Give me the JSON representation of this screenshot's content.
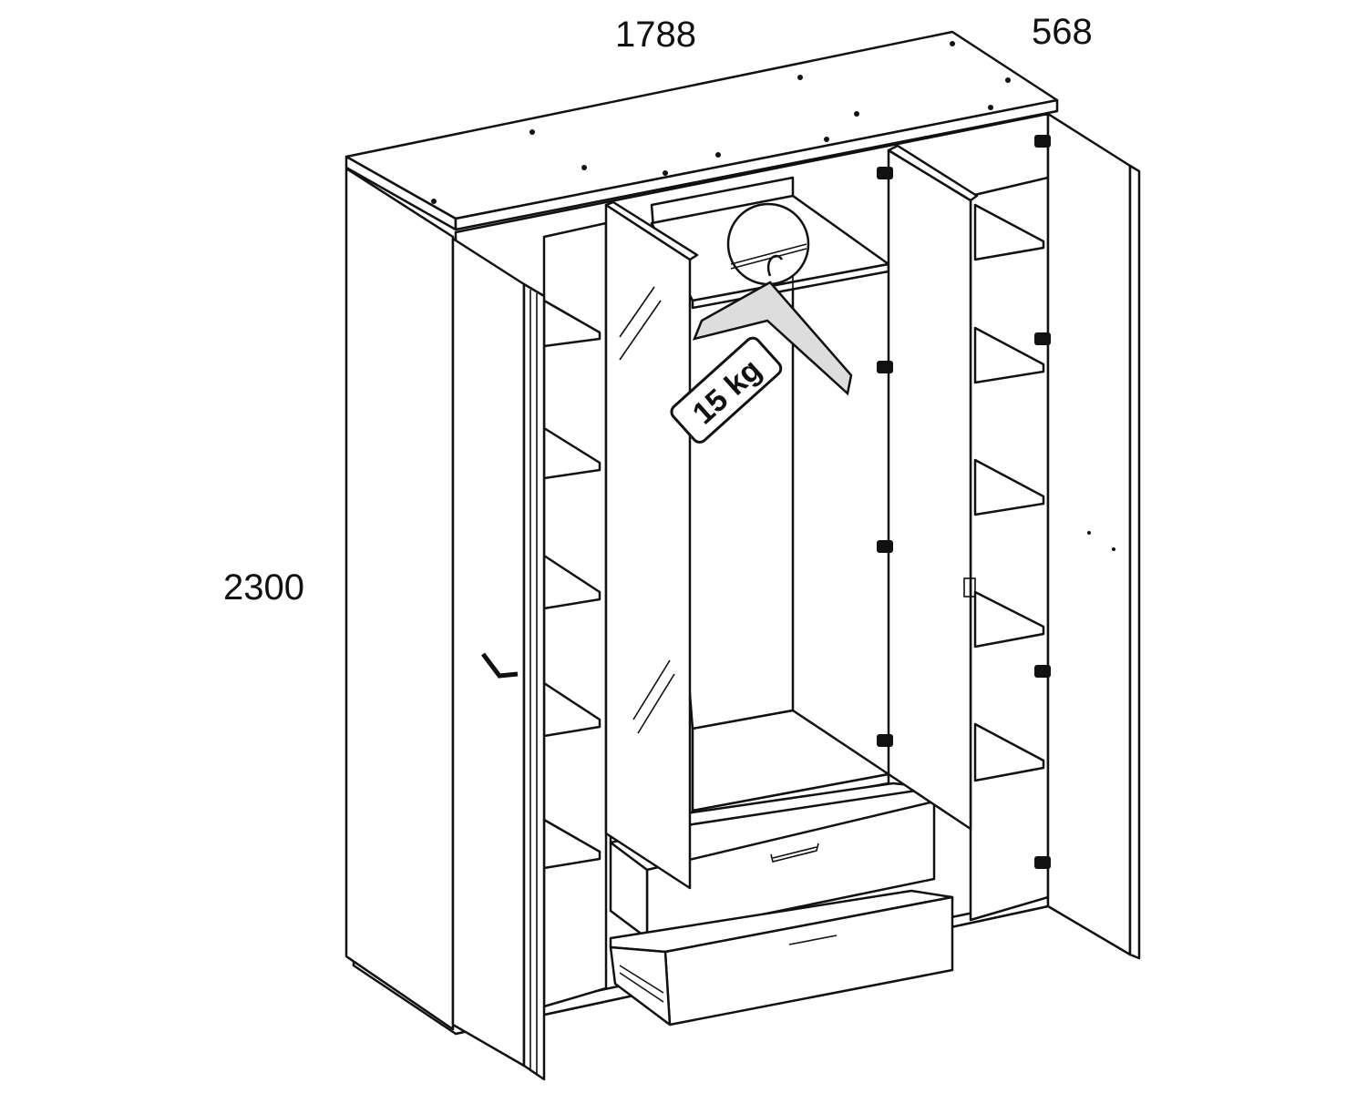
{
  "dimensions": {
    "width": "1788",
    "depth": "568",
    "height": "2300"
  },
  "hanger_tag": {
    "load_label": "15 kg"
  },
  "colors": {
    "line": "#111111",
    "background": "#ffffff",
    "hanger_fill": "#dddddd"
  }
}
